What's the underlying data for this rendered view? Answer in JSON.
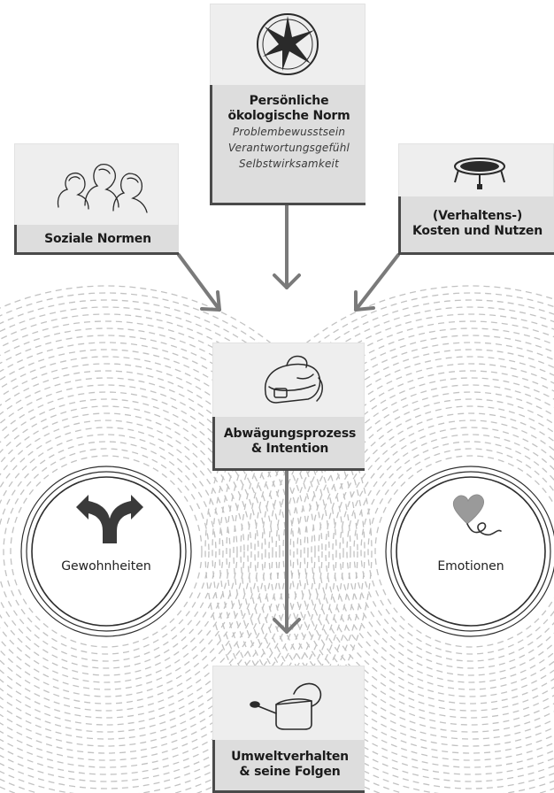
{
  "nodes": {
    "personal_norm": {
      "title_line1": "Persönliche",
      "title_line2": "ökologische Norm",
      "sub1": "Problembewusstsein",
      "sub2": "Verantwortungsgefühl",
      "sub3": "Selbstwirksamkeit",
      "icon": "compass-icon"
    },
    "social_norms": {
      "title": "Soziale Normen",
      "icon": "people-icon"
    },
    "costs_benefits": {
      "title_line1": "(Verhaltens-)",
      "title_line2": "Kosten und Nutzen",
      "icon": "trampoline-icon"
    },
    "weighing": {
      "title_line1": "Abwägungsprozess",
      "title_line2": "& Intention",
      "icon": "backpack-icon"
    },
    "behavior": {
      "title_line1": "Umweltverhalten",
      "title_line2": "& seine Folgen",
      "icon": "watering-can-icon"
    }
  },
  "influences": {
    "habits": {
      "label": "Gewohnheiten",
      "icon": "fork-arrow-icon"
    },
    "emotions": {
      "label": "Emotionen",
      "icon": "heart-balloon-icon"
    }
  },
  "colors": {
    "box_bg": "#eeeeee",
    "label_bg": "#dddddd",
    "bracket": "#4a4a4a",
    "arrow": "#7a7a7a",
    "dashed_rings": "#bdbdbd",
    "solid_rings": "#333333"
  }
}
